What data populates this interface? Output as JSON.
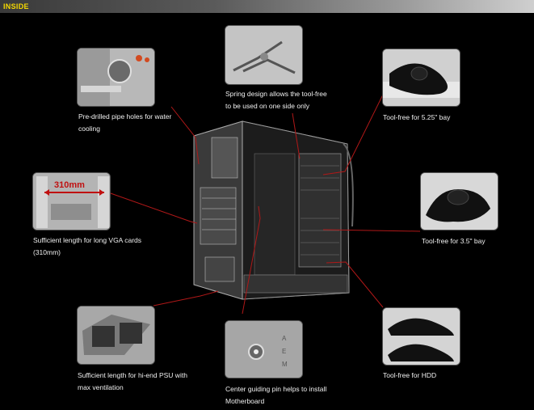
{
  "header": {
    "title": "INSIDE"
  },
  "features": [
    {
      "id": "pipe-holes",
      "caption_lines": [
        "Pre-drilled pipe holes for water",
        "cooling"
      ]
    },
    {
      "id": "spring-design",
      "caption_lines": [
        "Spring design allows the tool-free",
        "to be used on one side only"
      ]
    },
    {
      "id": "toolfree-525",
      "caption_lines": [
        "Tool-free for 5.25\" bay"
      ]
    },
    {
      "id": "vga-length",
      "caption_lines": [
        "Sufficient length for long VGA cards",
        "(310mm)"
      ],
      "measure_label": "310mm"
    },
    {
      "id": "toolfree-35",
      "caption_lines": [
        "Tool-free for 3.5\" bay"
      ]
    },
    {
      "id": "psu-length",
      "caption_lines": [
        "Sufficient length for hi-end PSU with",
        "max ventilation"
      ]
    },
    {
      "id": "guide-pin",
      "caption_lines": [
        "Center guiding pin helps to install",
        "Motherboard"
      ]
    },
    {
      "id": "toolfree-hdd",
      "caption_lines": [
        "Tool-free for HDD"
      ]
    }
  ],
  "colors": {
    "accent": "#f5d800",
    "leader_line": "#b01818",
    "background": "#000000"
  }
}
